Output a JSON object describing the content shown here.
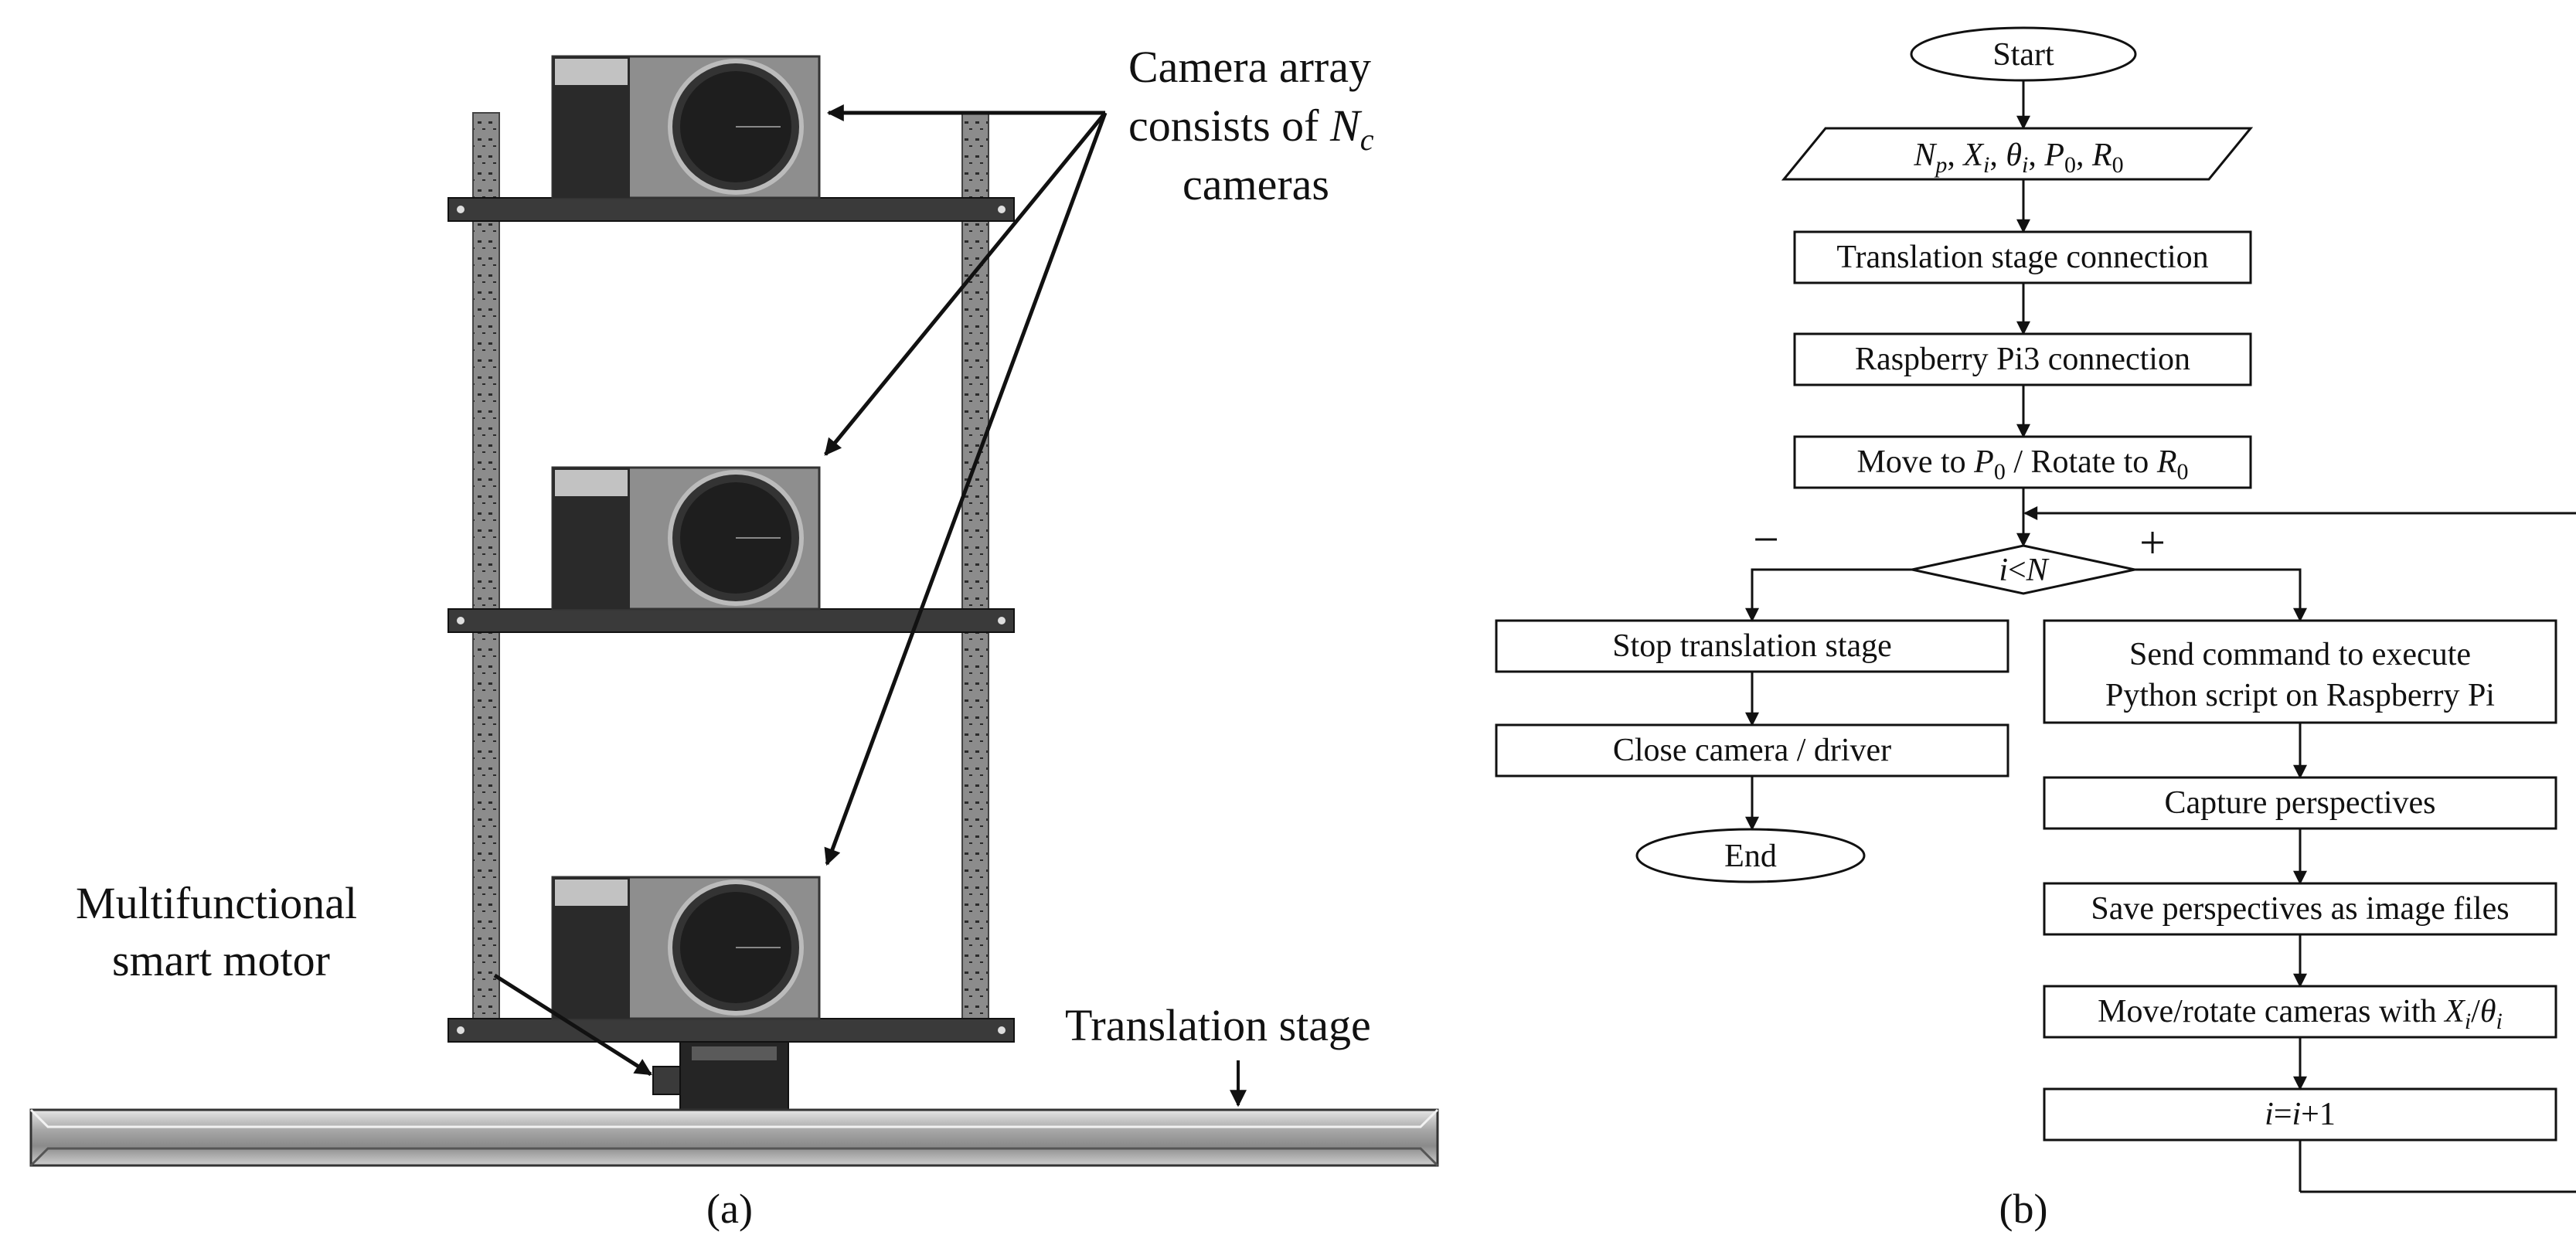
{
  "panel_a": {
    "caption": "(a)",
    "camera_label_line1": "Camera array",
    "camera_label_line2_prefix": "consists of ",
    "camera_label_var": "N",
    "camera_label_sub": "c",
    "camera_label_line3": "cameras",
    "motor_label_line1": "Multifunctional",
    "motor_label_line2": "smart motor",
    "stage_label": "Translation stage"
  },
  "panel_b": {
    "caption": "(b)",
    "start": "Start",
    "end": "End",
    "input": {
      "np": "N",
      "np_sub": "p",
      "xi": "X",
      "xi_sub": "i",
      "th": "θ",
      "th_sub": "i",
      "p0": "P",
      "p0_sub": "0",
      "r0": "R",
      "r0_sub": "0",
      "sep": ", "
    },
    "step_translation": "Translation stage connection",
    "step_raspberry": "Raspberry Pi3 connection",
    "step_move_prefix": "Move to ",
    "step_move_p": "P",
    "step_move_psub": "0",
    "step_move_mid": " / Rotate to ",
    "step_move_r": "R",
    "step_move_rsub": "0",
    "decision_i": "i",
    "decision_op": "<",
    "decision_n": "N",
    "minus": "−",
    "plus": "+",
    "stop_stage": "Stop translation stage",
    "close_camera": "Close camera / driver",
    "send_line1": "Send command to execute",
    "send_line2": "Python script on Raspberry Pi",
    "capture": "Capture perspectives",
    "save": "Save perspectives as image files",
    "moverot_prefix": "Move/rotate cameras with ",
    "moverot_x": "X",
    "moverot_xsub": "i",
    "moverot_slash": "/",
    "moverot_th": "θ",
    "moverot_thsub": "i",
    "incr_i1": "i",
    "incr_eq": "=",
    "incr_i2": "i",
    "incr_plus1": "+1"
  }
}
